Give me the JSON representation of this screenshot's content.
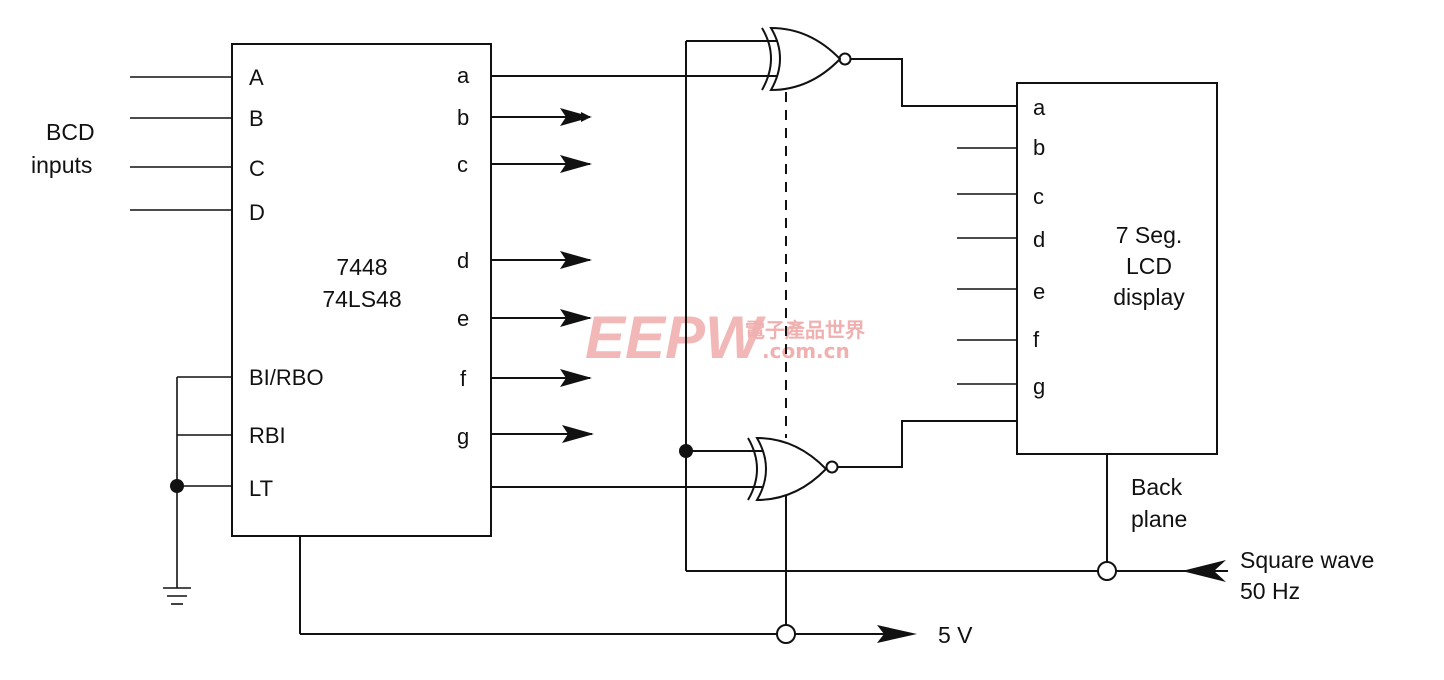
{
  "inputs": {
    "group_label_line1": "BCD",
    "group_label_line2": "inputs"
  },
  "decoder": {
    "part_line1": "7448",
    "part_line2": "74LS48",
    "pins_left": [
      "A",
      "B",
      "C",
      "D",
      "BI/RBO",
      "RBI",
      "LT"
    ],
    "pins_right": [
      "a",
      "b",
      "c",
      "d",
      "e",
      "f",
      "g"
    ]
  },
  "lcd": {
    "title_line1": "7 Seg.",
    "title_line2": "LCD",
    "title_line3": "display",
    "pins": [
      "a",
      "b",
      "c",
      "d",
      "e",
      "f",
      "g"
    ]
  },
  "backplane": {
    "line1": "Back",
    "line2": "plane"
  },
  "square_wave": {
    "line1": "Square wave",
    "line2": "50 Hz"
  },
  "supply": {
    "label": "5 V"
  },
  "watermark": {
    "logo": "EEPW",
    "cn": "電子產品世界",
    "domain": ".com.cn"
  }
}
